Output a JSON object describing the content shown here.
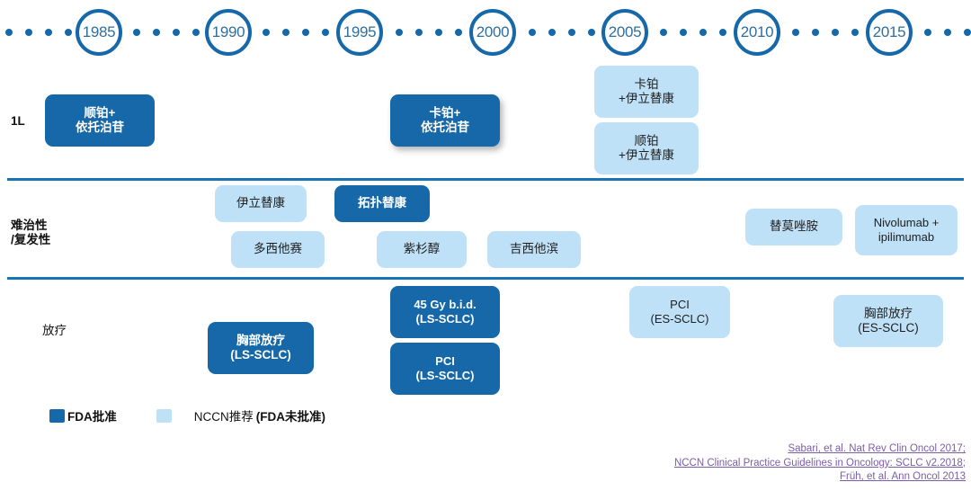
{
  "timeline": {
    "years": [
      "1985",
      "1990",
      "1995",
      "2000",
      "2005",
      "2010",
      "2015"
    ]
  },
  "rows": [
    {
      "label": "1L",
      "boxes": [
        {
          "text": "顺铂+\n依托泊苷",
          "type": "dark"
        },
        {
          "text": "卡铂+\n依托泊苷",
          "type": "dark"
        },
        {
          "text": "卡铂\n+伊立替康",
          "type": "light"
        },
        {
          "text": "顺铂\n+伊立替康",
          "type": "light"
        }
      ]
    },
    {
      "label": "难治性\n/复发性",
      "boxes": [
        {
          "text": "伊立替康",
          "type": "light"
        },
        {
          "text": "拓扑替康",
          "type": "dark"
        },
        {
          "text": "多西他赛",
          "type": "light"
        },
        {
          "text": "紫杉醇",
          "type": "light"
        },
        {
          "text": "吉西他滨",
          "type": "light"
        },
        {
          "text": "替莫唑胺",
          "type": "light"
        },
        {
          "text": "Nivolumab +\nipilimumab",
          "type": "light"
        }
      ]
    },
    {
      "label": "放疗",
      "boxes": [
        {
          "text": "胸部放疗\n(LS-SCLC)",
          "type": "dark"
        },
        {
          "text": "45 Gy b.i.d.\n(LS-SCLC)",
          "type": "dark"
        },
        {
          "text": "PCI\n(LS-SCLC)",
          "type": "dark"
        },
        {
          "text": "PCI\n(ES-SCLC)",
          "type": "light"
        },
        {
          "text": "胸部放疗\n(ES-SCLC)",
          "type": "light"
        }
      ]
    }
  ],
  "legend": {
    "approved_label": "FDA批准",
    "recommended_label": "NCCN推荐 ",
    "recommended_label_bold": "(FDA未批准)"
  },
  "citations": [
    "Sabari, et al. Nat Rev Clin Oncol 2017;",
    "NCCN Clinical Practice Guidelines in Oncology: SCLC v2.2018;",
    "Früh, et al. Ann Oncol 2013"
  ],
  "colors": {
    "approved": "#1668a8",
    "recommended": "#bfe1f7",
    "timeline": "#1668a8",
    "citation": "#7b5ea7"
  }
}
